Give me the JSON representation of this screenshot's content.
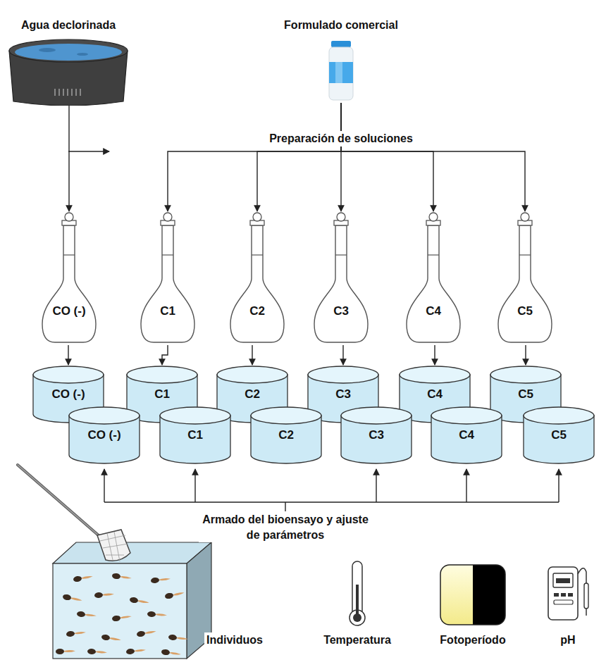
{
  "diagram": {
    "nodes": [
      {
        "text": [
          "Agua declorinada"
        ]
      },
      {
        "text": [
          "Formulado comercial"
        ]
      },
      {
        "text": [
          "CO (-)"
        ]
      },
      {
        "text": [
          "C1"
        ]
      },
      {
        "text": [
          "C2"
        ]
      },
      {
        "text": [
          "C3"
        ]
      },
      {
        "text": [
          "C4"
        ]
      },
      {
        "text": [
          "C5"
        ]
      },
      {
        "text": [
          "CO (-)"
        ]
      },
      {
        "text": [
          "C1"
        ]
      },
      {
        "text": [
          "C2"
        ]
      },
      {
        "text": [
          "C3"
        ]
      },
      {
        "text": [
          "C4"
        ]
      },
      {
        "text": [
          "C5"
        ]
      },
      {
        "text": [
          "CO (-)"
        ]
      },
      {
        "text": [
          "C1"
        ]
      },
      {
        "text": [
          "C2"
        ]
      },
      {
        "text": [
          "C3"
        ]
      },
      {
        "text": [
          "C4"
        ]
      },
      {
        "text": [
          "C5"
        ]
      }
    ],
    "edges": [
      {
        "from": 0,
        "to": 2,
        "arrow": "to"
      },
      {
        "from": 1,
        "to": 3,
        "arrow": "to"
      },
      {
        "from": 1,
        "to": 4,
        "arrow": "to"
      },
      {
        "from": 1,
        "to": 5,
        "arrow": "to"
      },
      {
        "from": 1,
        "to": 6,
        "arrow": "to"
      },
      {
        "from": 1,
        "to": 7,
        "arrow": "to"
      },
      {
        "from": 2,
        "to": 8,
        "arrow": "to"
      },
      {
        "from": 3,
        "to": 9,
        "arrow": "to"
      },
      {
        "from": 4,
        "to": 10,
        "arrow": "to"
      },
      {
        "from": 5,
        "to": 11,
        "arrow": "to"
      },
      {
        "from": 6,
        "to": 12,
        "arrow": "to"
      },
      {
        "from": 7,
        "to": 13,
        "arrow": "to"
      }
    ],
    "labels": [
      "Preparación de soluciones",
      "Armado del bioensayo y ajuste de parámetros",
      "Individuos",
      "Temperatura",
      "Fotoperíodo",
      "pH"
    ]
  }
}
